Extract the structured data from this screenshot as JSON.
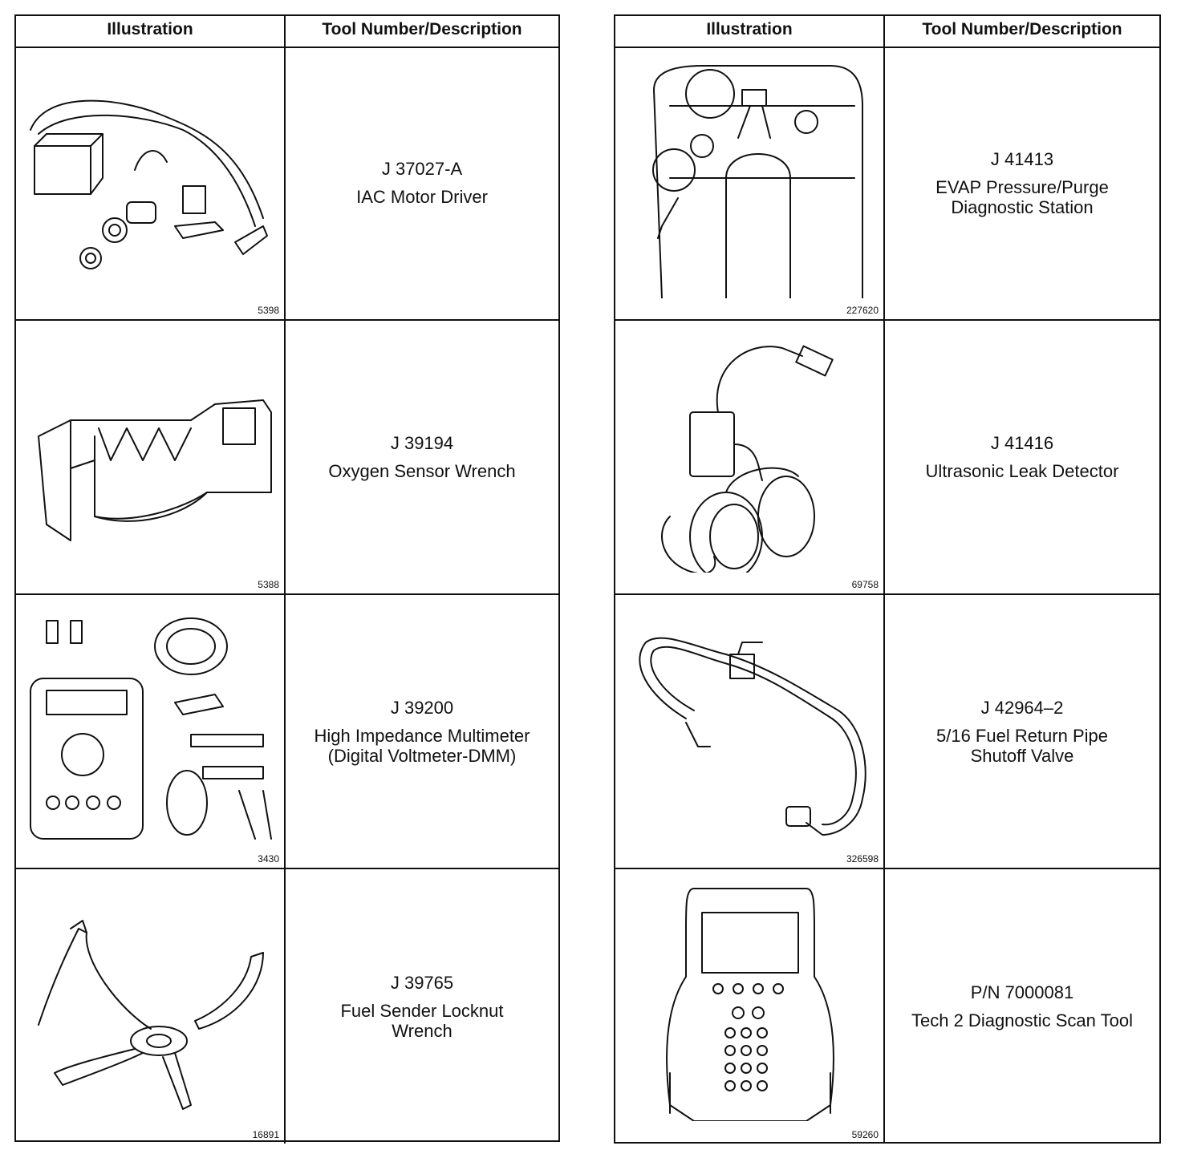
{
  "header": {
    "illustration": "Illustration",
    "tool": "Tool Number/Description"
  },
  "left": [
    {
      "number": "J 37027-A",
      "description": "IAC Motor Driver",
      "figure": "5398",
      "icon": "iac-motor-driver-icon"
    },
    {
      "number": "J 39194",
      "description": "Oxygen Sensor Wrench",
      "figure": "5388",
      "icon": "oxygen-sensor-wrench-icon"
    },
    {
      "number": "J 39200",
      "description": "High Impedance Multimeter\n(Digital Voltmeter-DMM)",
      "figure": "3430",
      "icon": "multimeter-icon"
    },
    {
      "number": "J 39765",
      "description": "Fuel Sender Locknut\nWrench",
      "figure": "16891",
      "icon": "locknut-wrench-icon"
    }
  ],
  "right": [
    {
      "number": "J 41413",
      "description": "EVAP Pressure/Purge\nDiagnostic Station",
      "figure": "227620",
      "icon": "evap-station-icon"
    },
    {
      "number": "J 41416",
      "description": "Ultrasonic Leak Detector",
      "figure": "69758",
      "icon": "leak-detector-icon"
    },
    {
      "number": "J 42964–2",
      "description": "5/16 Fuel Return Pipe\nShutoff Valve",
      "figure": "326598",
      "icon": "shutoff-valve-icon"
    },
    {
      "number": "P/N 7000081",
      "description": "Tech 2 Diagnostic Scan Tool",
      "figure": "59260",
      "icon": "scan-tool-icon"
    }
  ]
}
